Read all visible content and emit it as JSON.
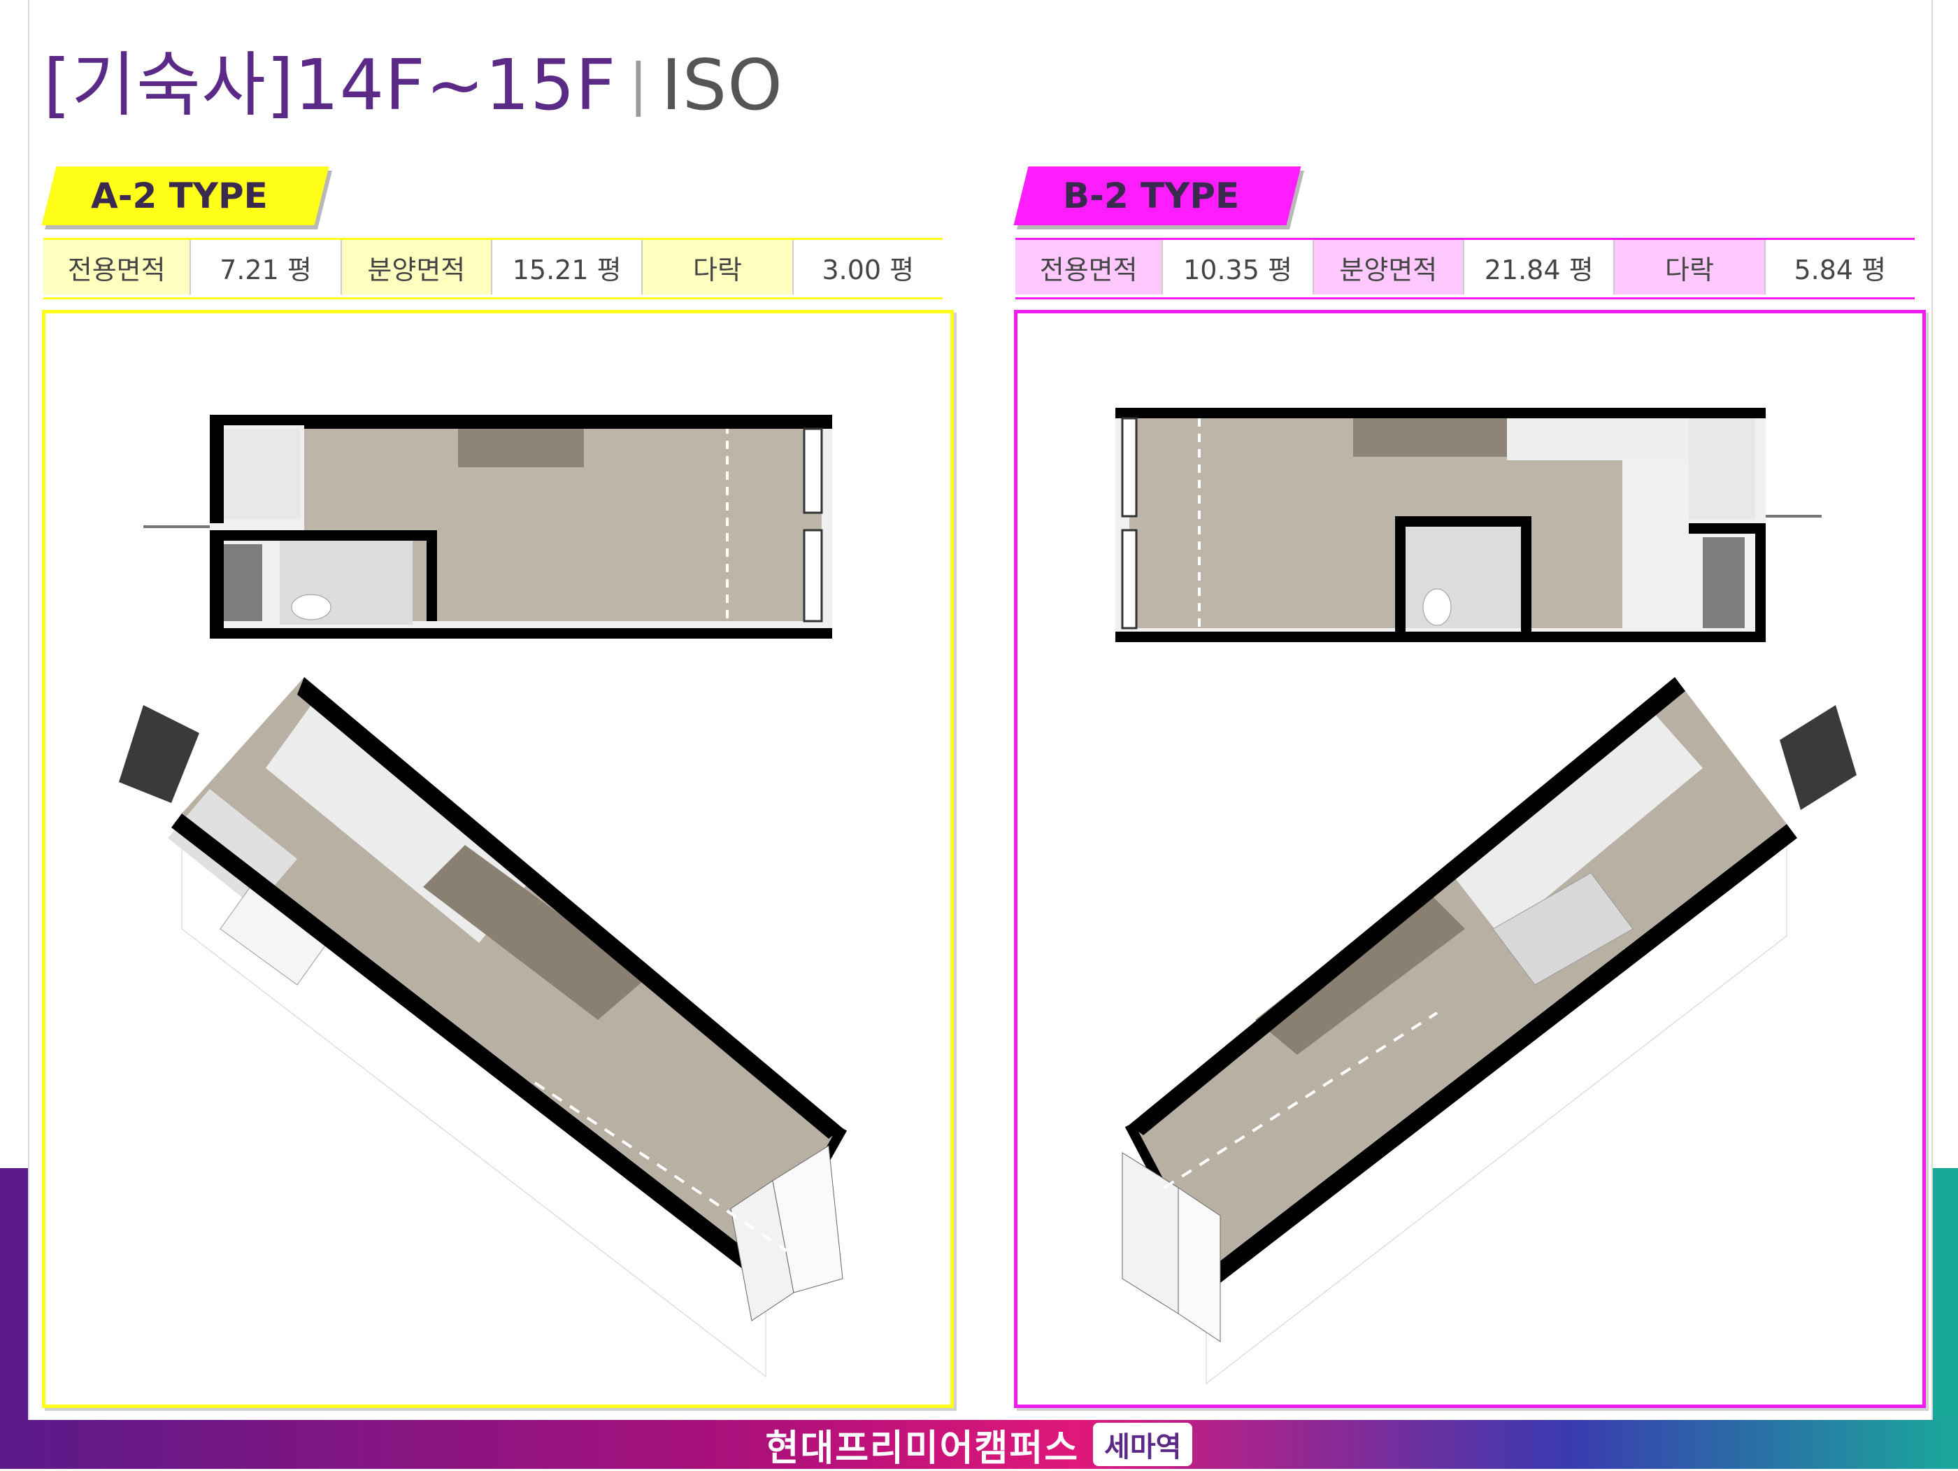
{
  "title": {
    "main": "[기숙사]14F~15F",
    "divider": "|",
    "sub": "ISO"
  },
  "units": [
    {
      "type_label": "A-2 TYPE",
      "areas": [
        {
          "label": "전용면적",
          "value": "7.21 평"
        },
        {
          "label": "분양면적",
          "value": "15.21 평"
        },
        {
          "label": "다락",
          "value": "3.00 평"
        }
      ],
      "accent": "#ffff1a"
    },
    {
      "type_label": "B-2 TYPE",
      "areas": [
        {
          "label": "전용면적",
          "value": "10.35 평"
        },
        {
          "label": "분양면적",
          "value": "21.84 평"
        },
        {
          "label": "다락",
          "value": "5.84 평"
        }
      ],
      "accent": "#f01cf0"
    }
  ],
  "footer": {
    "brand": "현대프리미어캠퍼스",
    "badge": "세마역"
  }
}
